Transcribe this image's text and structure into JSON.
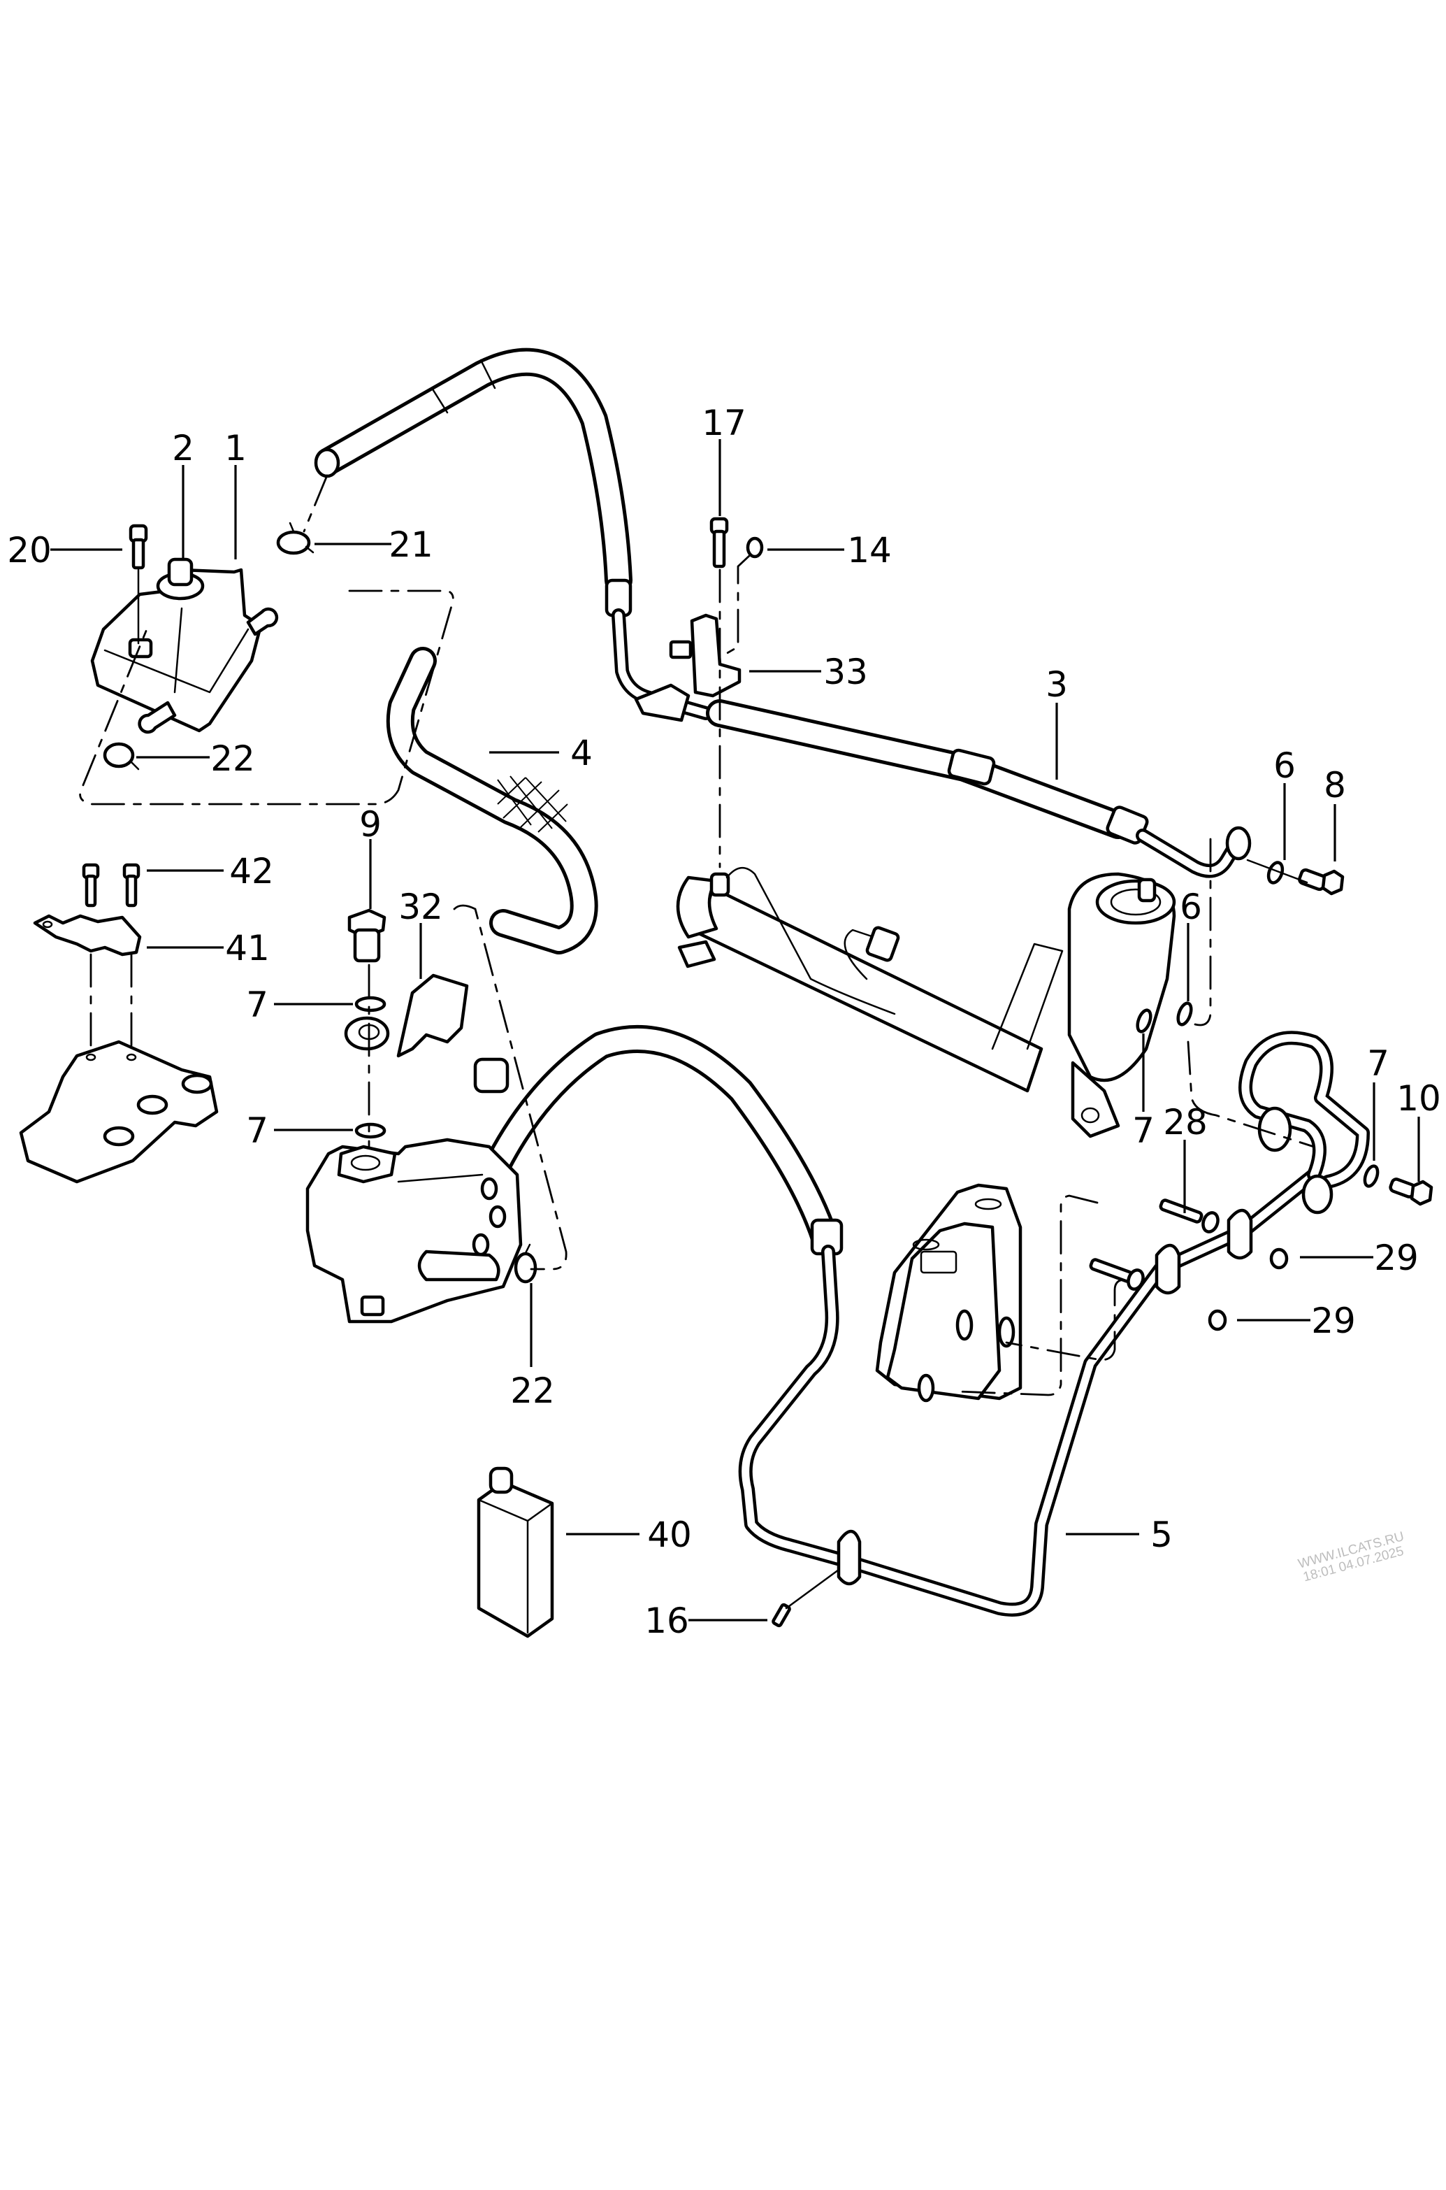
{
  "diagram": {
    "title": "Power steering system exploded view",
    "callouts": [
      {
        "id": "c1",
        "label": "1",
        "part": "reservoir"
      },
      {
        "id": "c2",
        "label": "2",
        "part": "reservoir-cap"
      },
      {
        "id": "c20",
        "label": "20",
        "part": "reservoir-bolt"
      },
      {
        "id": "c21",
        "label": "21",
        "part": "hose-clamp-upper"
      },
      {
        "id": "c22a",
        "label": "22",
        "part": "hose-clamp-reservoir"
      },
      {
        "id": "c17",
        "label": "17",
        "part": "bracket-bolt"
      },
      {
        "id": "c14",
        "label": "14",
        "part": "bracket-nut"
      },
      {
        "id": "c33",
        "label": "33",
        "part": "pipe-bracket"
      },
      {
        "id": "c3",
        "label": "3",
        "part": "pressure-hose"
      },
      {
        "id": "c4",
        "label": "4",
        "part": "suction-hose"
      },
      {
        "id": "c6a",
        "label": "6",
        "part": "seal-ring-upper"
      },
      {
        "id": "c8",
        "label": "8",
        "part": "banjo-bolt-rack"
      },
      {
        "id": "c6b",
        "label": "6",
        "part": "seal-ring-rack"
      },
      {
        "id": "c9",
        "label": "9",
        "part": "banjo-bolt-pump"
      },
      {
        "id": "c32",
        "label": "32",
        "part": "heat-shield"
      },
      {
        "id": "c42",
        "label": "42",
        "part": "mount-bolts"
      },
      {
        "id": "c41",
        "label": "41",
        "part": "mount-plate"
      },
      {
        "id": "c7a",
        "label": "7",
        "part": "seal-ring-pump-upper"
      },
      {
        "id": "c7b",
        "label": "7",
        "part": "seal-ring-pump-lower"
      },
      {
        "id": "c22b",
        "label": "22",
        "part": "hose-clamp-pump"
      },
      {
        "id": "c7c",
        "label": "7",
        "part": "seal-ring-rack-lower"
      },
      {
        "id": "c28",
        "label": "28",
        "part": "stud-bolt"
      },
      {
        "id": "c7d",
        "label": "7",
        "part": "seal-ring-return"
      },
      {
        "id": "c10",
        "label": "10",
        "part": "banjo-bolt-return"
      },
      {
        "id": "c29a",
        "label": "29",
        "part": "nut-upper"
      },
      {
        "id": "c29b",
        "label": "29",
        "part": "nut-lower"
      },
      {
        "id": "c40",
        "label": "40",
        "part": "hydraulic-fluid"
      },
      {
        "id": "c5",
        "label": "5",
        "part": "return-pipe"
      },
      {
        "id": "c16",
        "label": "16",
        "part": "pipe-clip-bolt"
      }
    ]
  },
  "watermark": {
    "line1": "WWW.ILCATS.RU",
    "line2": "18:01 04.07.2025"
  }
}
